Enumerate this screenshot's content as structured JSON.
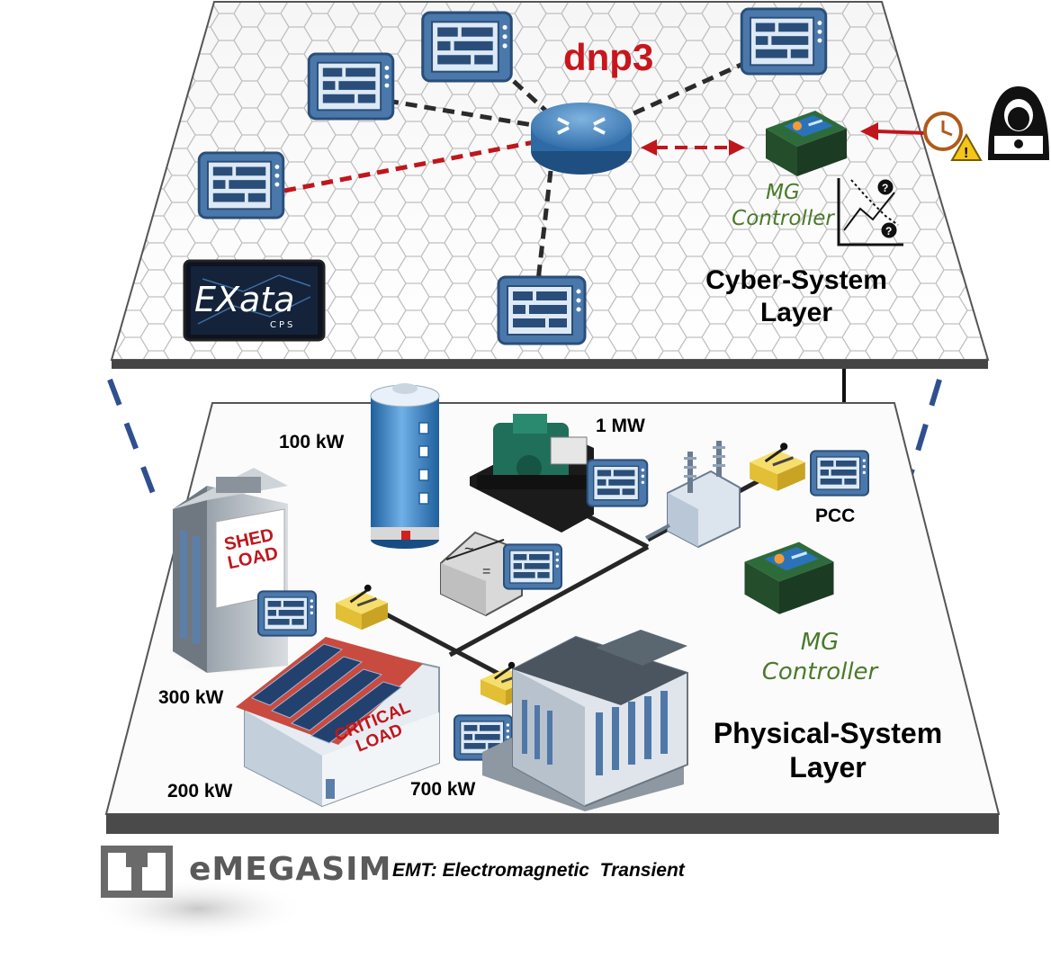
{
  "cyber_layer": {
    "title_line1": "Cyber-System",
    "title_line2": "Layer",
    "protocol_logo": "dnp3",
    "emulator_logo": "EXata",
    "emulator_logo_sub": "CPS",
    "controller_line1": "MG",
    "controller_line2": "Controller"
  },
  "physical_layer": {
    "title_line1": "Physical-System",
    "title_line2": "Layer",
    "controller_line1": "MG",
    "controller_line2": "Controller",
    "battery_rating": "100 kW",
    "generator_rating": "1 MW",
    "pcc_label": "PCC",
    "shed_load_line1": "SHED",
    "shed_load_line2": "LOAD",
    "shed_load_rating": "300 kW",
    "critical_load_line1": "CRITICAL",
    "critical_load_line2": "LOAD",
    "critical_load_rating": "200 kW",
    "industrial_rating": "700 kW"
  },
  "footer": {
    "simulator_logo": "eMEGASIM",
    "note": "EMT: Electromagnetic  Transient"
  },
  "colors": {
    "dashed_link": "#2b2b2b",
    "attack_link": "#c0161c",
    "layer_connector": "#2f4f8f",
    "controller_text": "#4a7a2a",
    "device_blue": "#3a6ea5",
    "breaker_yellow": "#f1d24a"
  },
  "icons": [
    "monitor-icon",
    "router-icon",
    "hacker-icon",
    "clock-warning-icon",
    "chart-icon",
    "battery-icon",
    "generator-icon",
    "transformer-icon",
    "inverter-icon",
    "breaker-icon",
    "building-icon",
    "factory-icon",
    "solar-icon"
  ]
}
